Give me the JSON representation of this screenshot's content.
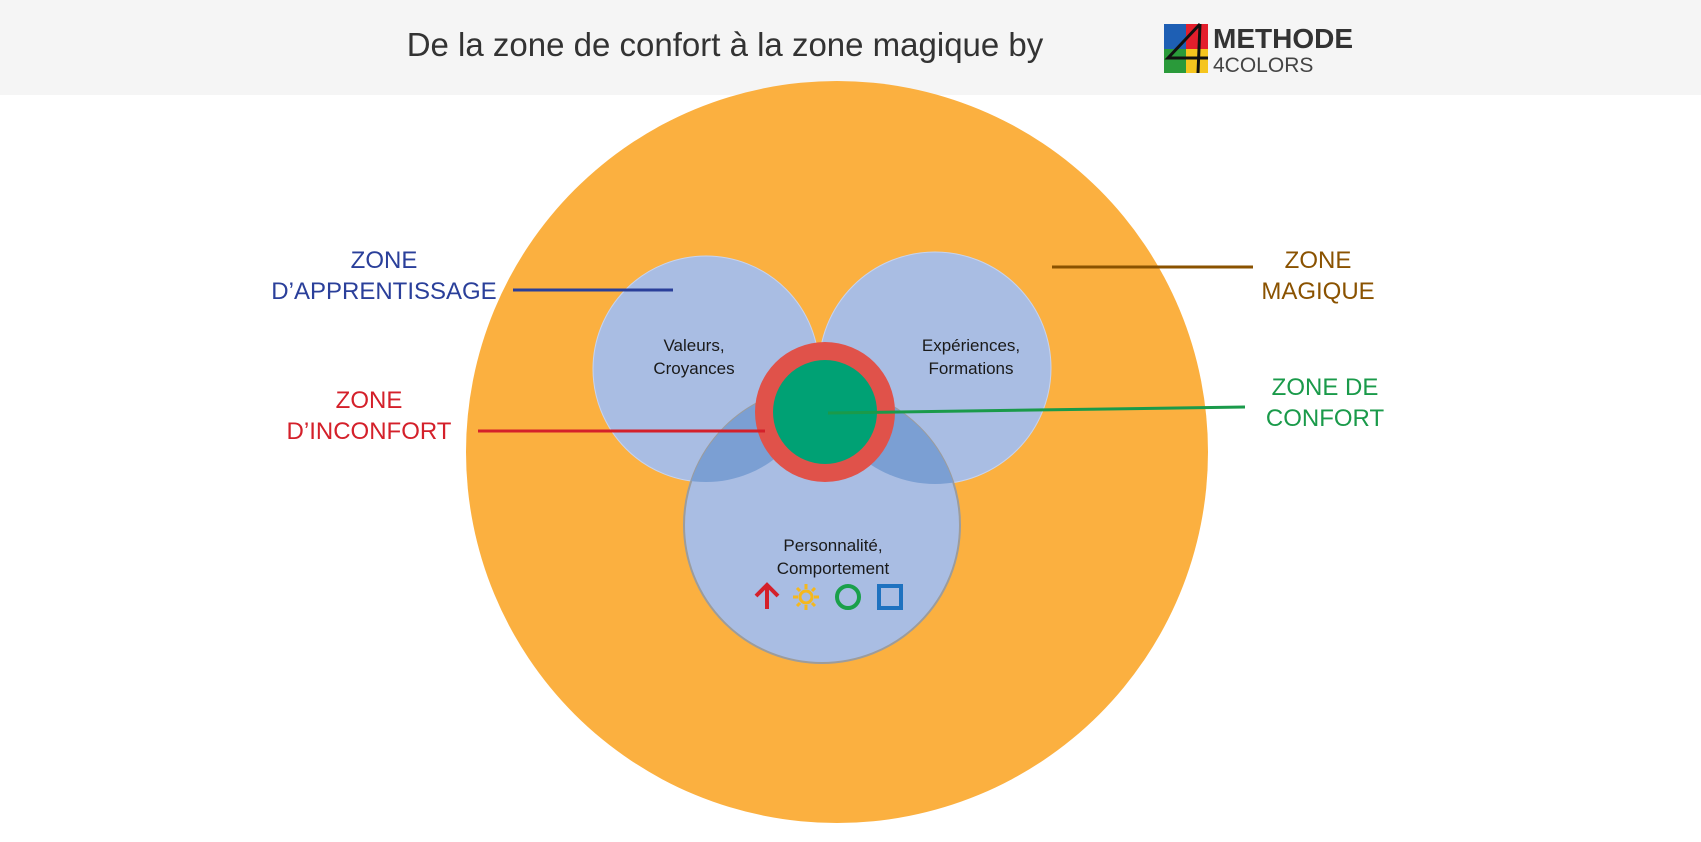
{
  "header": {
    "title": "De la zone de confort à la zone magique by",
    "logo": {
      "line1": "METHODE",
      "line2": "4COLORS"
    }
  },
  "zones": {
    "apprentissage": {
      "line1": "ZONE",
      "line2": "D’APPRENTISSAGE",
      "color": "#2a3f9a"
    },
    "magique": {
      "line1": "ZONE",
      "line2": "MAGIQUE",
      "color": "#8a5200"
    },
    "inconfort": {
      "line1": "ZONE",
      "line2": "D’INCONFORT",
      "color": "#d4202a"
    },
    "confort": {
      "line1": "ZONE DE",
      "line2": "CONFORT",
      "color": "#1a9a4a"
    }
  },
  "circles": {
    "valeurs": {
      "line1": "Valeurs,",
      "line2": "Croyances"
    },
    "experiences": {
      "line1": "Expériences,",
      "line2": "Formations"
    },
    "personnalite": {
      "line1": "Personnalité,",
      "line2": "Comportement"
    }
  },
  "icons": [
    "arrow-up-icon",
    "sun-icon",
    "circle-icon",
    "square-icon"
  ],
  "colors": {
    "orange": "#fbb040",
    "blue_circle": "#a9bde3",
    "overlap": "#7b9fd3",
    "ring": "#e0524a",
    "core": "#00a174",
    "header_bg": "#f5f5f5"
  }
}
